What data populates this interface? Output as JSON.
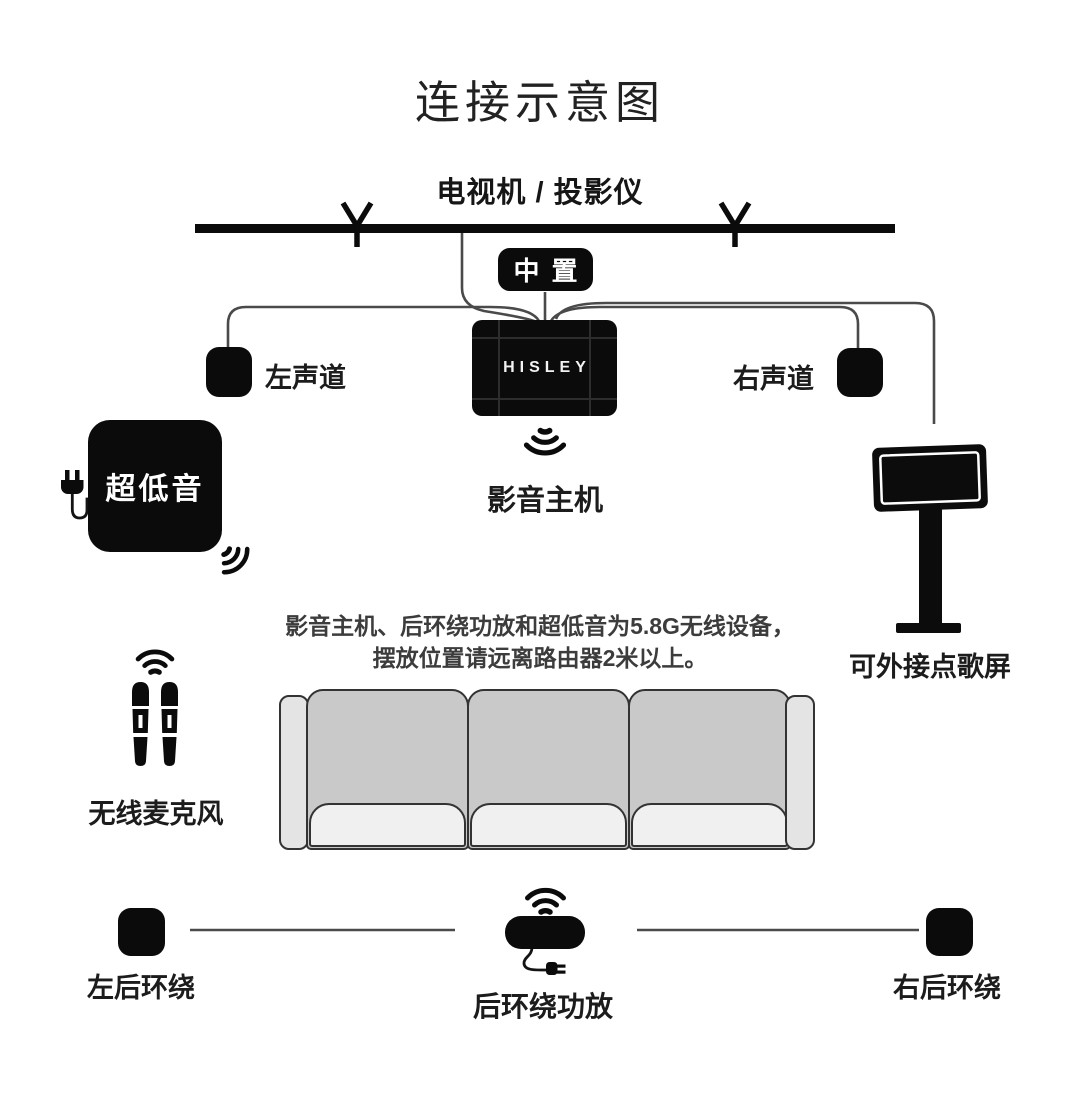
{
  "title": "连接示意图",
  "top": {
    "tv_label": "电视机 / 投影仪",
    "center_speaker_label": "中置"
  },
  "main_unit": {
    "brand": "HISLEY",
    "label": "影音主机"
  },
  "front_speakers": {
    "left_label": "左声道",
    "right_label": "右声道"
  },
  "subwoofer": {
    "label": "超低音"
  },
  "song_screen": {
    "label": "可外接点歌屏"
  },
  "note": {
    "line1": "影音主机、后环绕功放和超低音为5.8G无线设备，",
    "line2": "摆放位置请远离路由器2米以上。"
  },
  "microphones": {
    "label": "无线麦克风"
  },
  "rear": {
    "left_label": "左后环绕",
    "amp_label": "后环绕功放",
    "right_label": "右后环绕"
  },
  "icons": {
    "wireless": "wifi-signal-icon",
    "power": "power-plug-icon",
    "antenna": "antenna-mark-icon"
  },
  "colors": {
    "device_black": "#0b0b0b",
    "wire_gray": "#4a4a4a",
    "label_text": "#1c1c1c",
    "note_text": "#3c3c3c",
    "sofa_back": "#c9c9c9",
    "sofa_front": "#f0f0f0",
    "sofa_arm": "#e4e4e4",
    "sofa_outline": "#333333"
  }
}
